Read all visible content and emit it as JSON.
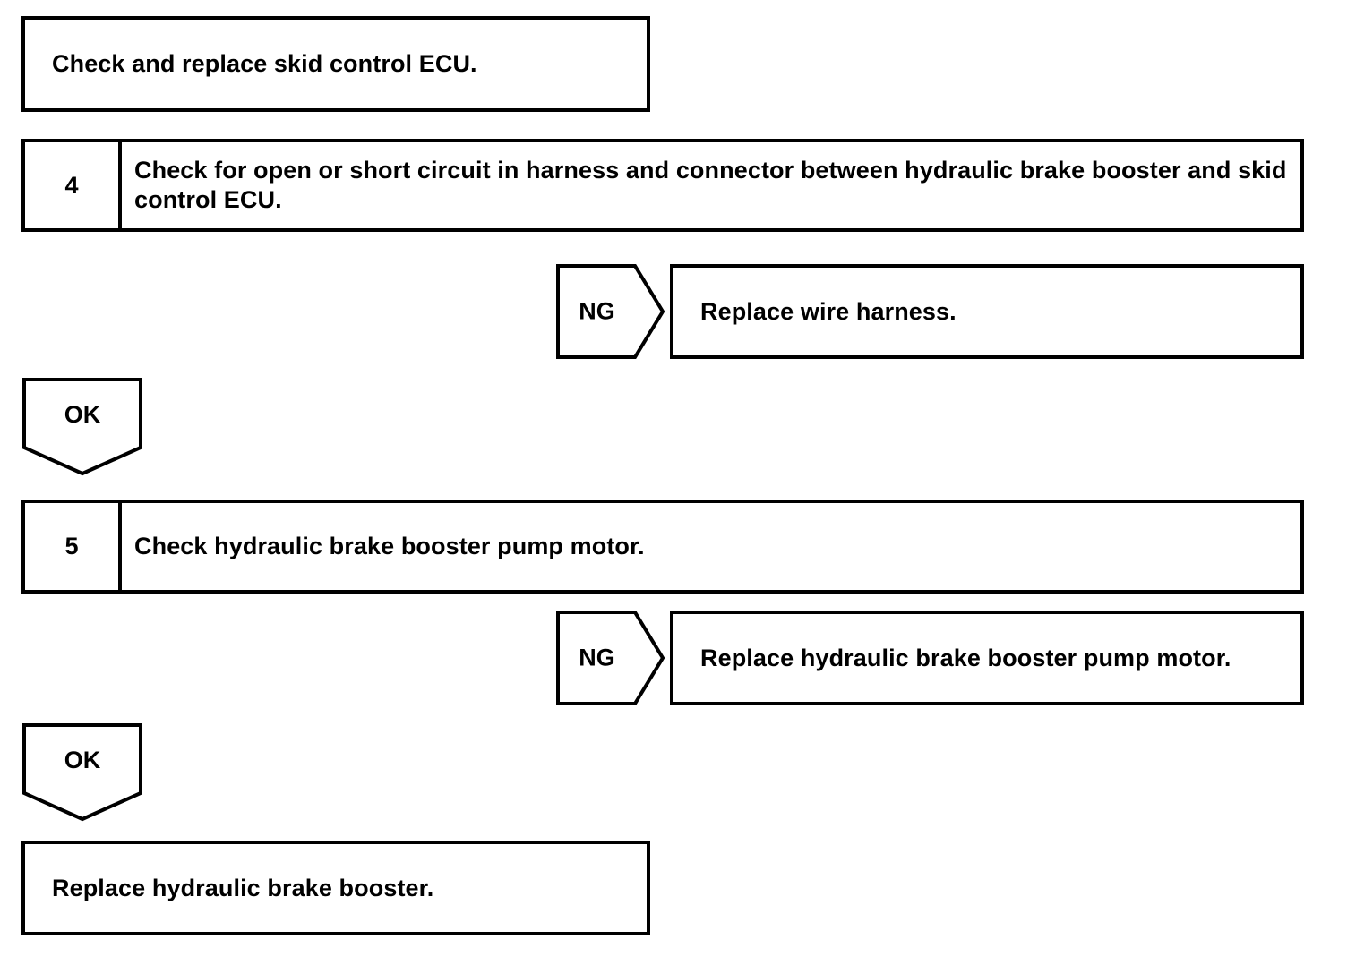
{
  "diagram": {
    "type": "troubleshooting-flowchart",
    "colors": {
      "stroke": "#000000",
      "background": "#ffffff",
      "text": "#000000"
    },
    "nodes": {
      "replace_ecu": {
        "text": "Check and replace skid control ECU."
      },
      "step4": {
        "number": "4",
        "text": "Check for open or short circuit in harness and connector between hydraulic brake booster and skid control ECU."
      },
      "step4_ng_tag": {
        "label": "NG"
      },
      "step4_ng_result": {
        "text": "Replace wire harness."
      },
      "step4_ok_tag": {
        "label": "OK"
      },
      "step5": {
        "number": "5",
        "text": "Check hydraulic brake booster pump motor."
      },
      "step5_ng_tag": {
        "label": "NG"
      },
      "step5_ng_result": {
        "text": "Replace hydraulic brake booster pump motor."
      },
      "step5_ok_tag": {
        "label": "OK"
      },
      "final_result": {
        "text": "Replace hydraulic brake booster."
      }
    }
  }
}
